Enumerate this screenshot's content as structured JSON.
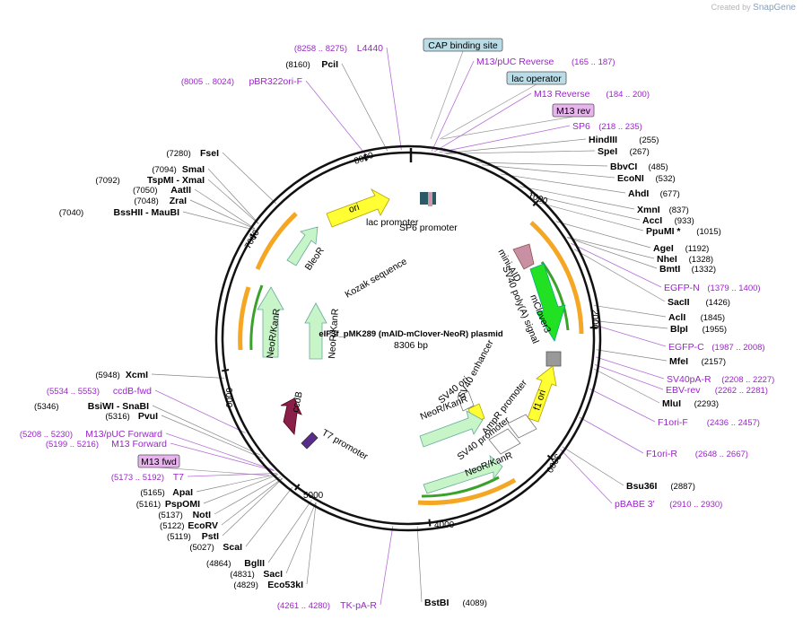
{
  "brand": {
    "created_by": "Created by",
    "product": "SnapGene"
  },
  "plasmid": {
    "name": "eIF3f_pMK289 (mAID-mClover-NeoR) plasmid",
    "size": "8306 bp"
  },
  "ticks": [
    "1000",
    "2000",
    "3000",
    "4000",
    "5000",
    "6000",
    "7000",
    "8000"
  ],
  "enzymes_right": [
    {
      "name": "HindIII",
      "pos": "(255)"
    },
    {
      "name": "SpeI",
      "pos": "(267)"
    },
    {
      "name": "BbvCI",
      "pos": "(485)"
    },
    {
      "name": "EcoNI",
      "pos": "(532)"
    },
    {
      "name": "AhdI",
      "pos": "(677)"
    },
    {
      "name": "XmnI",
      "pos": "(837)"
    },
    {
      "name": "AccI",
      "pos": "(933)"
    },
    {
      "name": "PpuMI *",
      "pos": "(1015)"
    },
    {
      "name": "AgeI",
      "pos": "(1192)"
    },
    {
      "name": "NheI",
      "pos": "(1328)"
    },
    {
      "name": "BmtI",
      "pos": "(1332)"
    },
    {
      "name": "SacII",
      "pos": "(1426)"
    },
    {
      "name": "AclI",
      "pos": "(1845)"
    },
    {
      "name": "BlpI",
      "pos": "(1955)"
    },
    {
      "name": "MfeI",
      "pos": "(2157)"
    },
    {
      "name": "MluI",
      "pos": "(2293)"
    },
    {
      "name": "Bsu36I",
      "pos": "(2887)"
    },
    {
      "name": "BstBI",
      "pos": "(4089)"
    }
  ],
  "enzymes_left": [
    {
      "name": "PciI",
      "pos": "(8160)"
    },
    {
      "name": "FseI",
      "pos": "(7280)"
    },
    {
      "name": "SmaI",
      "pos": "(7094)"
    },
    {
      "name": "TspMI   - XmaI",
      "pos": "(7092)"
    },
    {
      "name": "AatII",
      "pos": "(7050)"
    },
    {
      "name": "ZraI",
      "pos": "(7048)"
    },
    {
      "name": "BssHII   - MauBI",
      "pos": "(7040)"
    },
    {
      "name": "XcmI",
      "pos": "(5948)"
    },
    {
      "name": "BsiWI   - SnaBI",
      "pos": "(5346)"
    },
    {
      "name": "PvuI",
      "pos": "(5316)"
    },
    {
      "name": "ApaI",
      "pos": "(5165)"
    },
    {
      "name": "PspOMI",
      "pos": "(5161)"
    },
    {
      "name": "NotI",
      "pos": "(5137)"
    },
    {
      "name": "EcoRV",
      "pos": "(5122)"
    },
    {
      "name": "PstI",
      "pos": "(5119)"
    },
    {
      "name": "ScaI",
      "pos": "(5027)"
    },
    {
      "name": "BglII",
      "pos": "(4864)"
    },
    {
      "name": "SacI",
      "pos": "(4831)"
    },
    {
      "name": "Eco53kI",
      "pos": "(4829)"
    }
  ],
  "features_right": [
    {
      "name": "M13/pUC Reverse",
      "pos": "(165 .. 187)"
    },
    {
      "name": "M13 Reverse",
      "pos": "(184 .. 200)"
    },
    {
      "name": "SP6",
      "pos": "(218 .. 235)"
    },
    {
      "name": "EGFP-N",
      "pos": "(1379 .. 1400)"
    },
    {
      "name": "EGFP-C",
      "pos": "(1987 .. 2008)"
    },
    {
      "name": "SV40pA-R",
      "pos": "(2208 .. 2227)"
    },
    {
      "name": "EBV-rev",
      "pos": "(2262 .. 2281)"
    },
    {
      "name": "F1ori-F",
      "pos": "(2436 .. 2457)"
    },
    {
      "name": "F1ori-R",
      "pos": "(2648 .. 2667)"
    },
    {
      "name": "pBABE 3'",
      "pos": "(2910 .. 2930)"
    }
  ],
  "features_left": [
    {
      "name": "L4440",
      "pos": "(8258 .. 8275)"
    },
    {
      "name": "pBR322ori-F",
      "pos": "(8005 .. 8024)"
    },
    {
      "name": "ccdB-fwd",
      "pos": "(5534 .. 5553)"
    },
    {
      "name": "M13/pUC Forward",
      "pos": "(5208 .. 5230)"
    },
    {
      "name": "M13 Forward",
      "pos": "(5199 .. 5216)"
    },
    {
      "name": "T7",
      "pos": "(5173 .. 5192)"
    },
    {
      "name": "TK-pA-R",
      "pos": "(4261 .. 4280)"
    }
  ],
  "boxed_features": [
    {
      "name": "CAP binding site",
      "color": "#b9dce6"
    },
    {
      "name": "lac operator",
      "color": "#b9dce6"
    },
    {
      "name": "M13 rev",
      "color": "#e9b3f0"
    },
    {
      "name": "M13 fwd",
      "color": "#e9b3f0"
    }
  ],
  "inner_features": [
    {
      "name": "lac promoter"
    },
    {
      "name": "SP6 promoter"
    },
    {
      "name": "ori"
    },
    {
      "name": "BleoR"
    },
    {
      "name": "Kozak sequence"
    },
    {
      "name": "NeoR/KanR"
    },
    {
      "name": "NeoR/KanR"
    },
    {
      "name": "NeoR/KanR"
    },
    {
      "name": "NeoR/KanR"
    },
    {
      "name": "mini-AID"
    },
    {
      "name": "mClover3"
    },
    {
      "name": "SV40 poly(A) signal"
    },
    {
      "name": "f1 ori"
    },
    {
      "name": "SV40 ori"
    },
    {
      "name": "SV40 enhancer"
    },
    {
      "name": "AmpR promoter"
    },
    {
      "name": "SV40 promoter"
    },
    {
      "name": "ccdB"
    },
    {
      "name": "T7 promoter"
    }
  ],
  "colors": {
    "feature_label": "#9a25c9",
    "ori": "#ffff33",
    "resistance": "#c8f5c8",
    "mclover": "#22e022",
    "mini_aid": "#c98fa3",
    "ccdb": "#8a1f4a",
    "orange_arc": "#f5a623",
    "green_arc": "#3aa12a"
  }
}
